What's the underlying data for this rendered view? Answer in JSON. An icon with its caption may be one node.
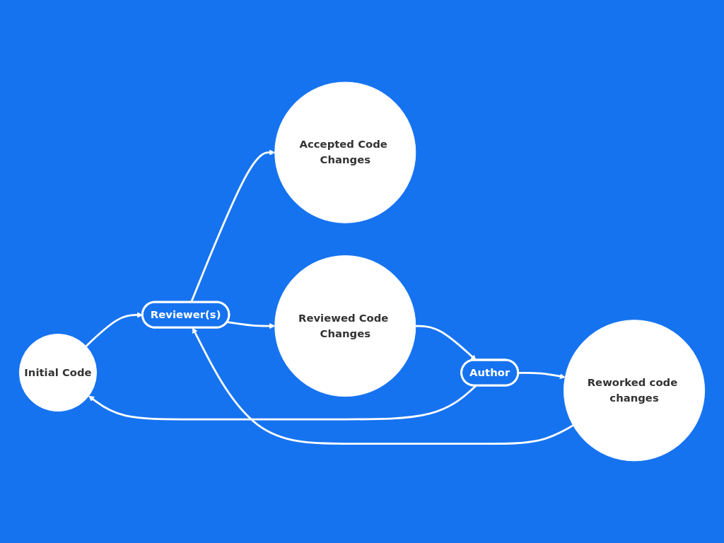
{
  "diagram": {
    "nodes": [
      {
        "text": [
          "Initial Code"
        ]
      },
      {
        "text": [
          "Reviewer(s)"
        ]
      },
      {
        "text": [
          "Accepted Code Changes"
        ]
      },
      {
        "text": [
          "Reviewed Code Changes"
        ]
      },
      {
        "text": [
          "Author"
        ]
      },
      {
        "text": [
          "Reworked code changes"
        ]
      }
    ],
    "edges": [
      {
        "from": 0,
        "to": 1,
        "arrow": "to"
      },
      {
        "from": 1,
        "to": 2,
        "arrow": "to"
      },
      {
        "from": 1,
        "to": 3,
        "arrow": "to"
      },
      {
        "from": 3,
        "to": 4,
        "arrow": "to"
      },
      {
        "from": 4,
        "to": 5,
        "arrow": "to"
      },
      {
        "from": 5,
        "to": 1,
        "arrow": "to"
      },
      {
        "from": 4,
        "to": 0,
        "arrow": "to"
      }
    ]
  }
}
